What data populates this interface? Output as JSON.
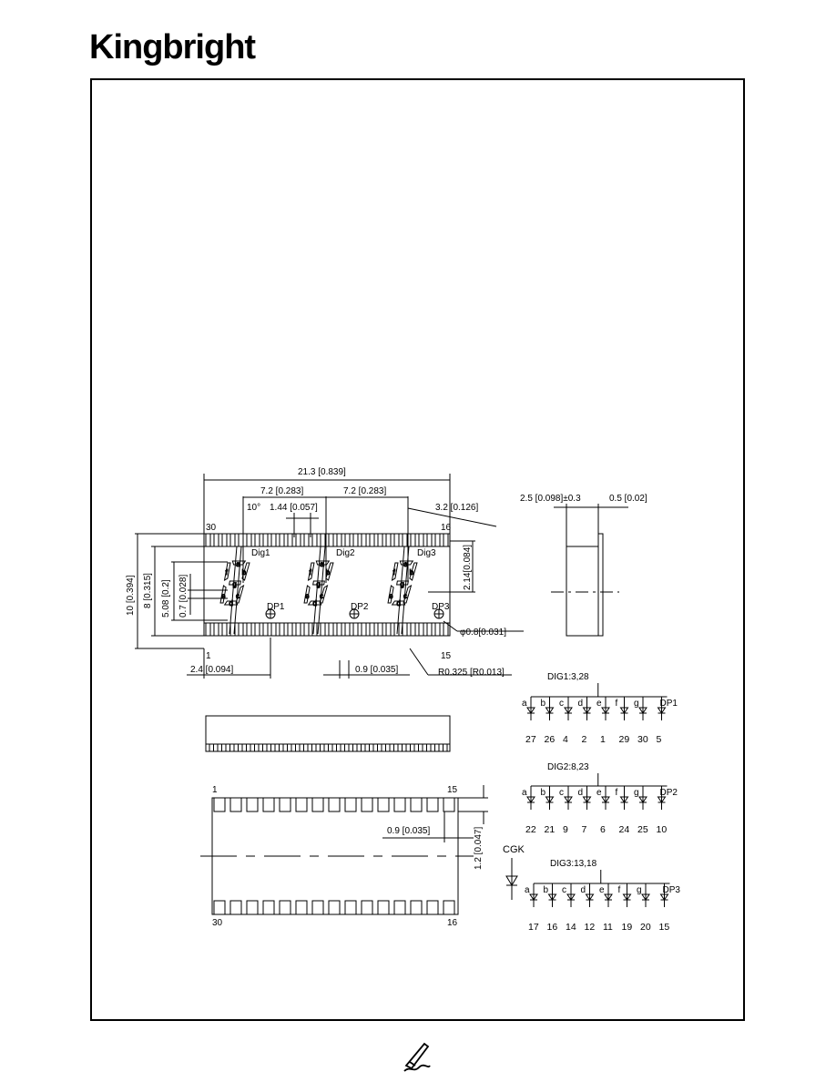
{
  "header": {
    "brand": "Kingbright"
  },
  "drawing": {
    "front_view": {
      "overall_width": "21.3 [0.839]",
      "digit_pitch_1": "7.2 [0.283]",
      "digit_pitch_2": "7.2 [0.283]",
      "pitch_144": "1.44 [0.057]",
      "slant_angle": "10°",
      "digit_height_32": "3.2 [0.126]",
      "height_10": "10 [0.394]",
      "height_8": "8 [0.315]",
      "height_508": "5.08 [0.2]",
      "dim_07": "0.7 [0.028]",
      "dim_214": "2.14[0.084]",
      "dp_dia": "φ0.8[0.031]",
      "edge_24": "2.4 [0.094]",
      "pad_09": "0.9 [0.035]",
      "radius": "R0.325 [R0.013]",
      "pin_30": "30",
      "pin_16": "16",
      "pin_1": "1",
      "pin_15": "15",
      "dig1": "Dig1",
      "dig2": "Dig2",
      "dig3": "Dig3",
      "dp1": "DP1",
      "dp2": "DP2",
      "dp3": "DP3"
    },
    "side_view": {
      "thickness": "2.5 [0.098]±0.3",
      "lead": "0.5 [0.02]"
    },
    "bottom_view": {
      "pin_1": "1",
      "pin_15": "15",
      "pin_30": "30",
      "pin_16": "16",
      "pad_09": "0.9 [0.035]",
      "pad_12": "1.2 [0.047]"
    },
    "circuit": {
      "segments": [
        "a",
        "b",
        "c",
        "d",
        "e",
        "f",
        "g"
      ],
      "dig1": {
        "label": "DIG1:3,28",
        "dp": "DP1",
        "pins": [
          "27",
          "26",
          "4",
          "2",
          "1",
          "29",
          "30",
          "5"
        ]
      },
      "dig2": {
        "label": "DIG2:8,23",
        "dp": "DP2",
        "pins": [
          "22",
          "21",
          "9",
          "7",
          "6",
          "24",
          "25",
          "10"
        ]
      },
      "dig3": {
        "label": "DIG3:13,18",
        "dp": "DP3",
        "pins": [
          "17",
          "16",
          "14",
          "12",
          "11",
          "19",
          "20",
          "15"
        ]
      },
      "cgk": "CGK"
    }
  }
}
